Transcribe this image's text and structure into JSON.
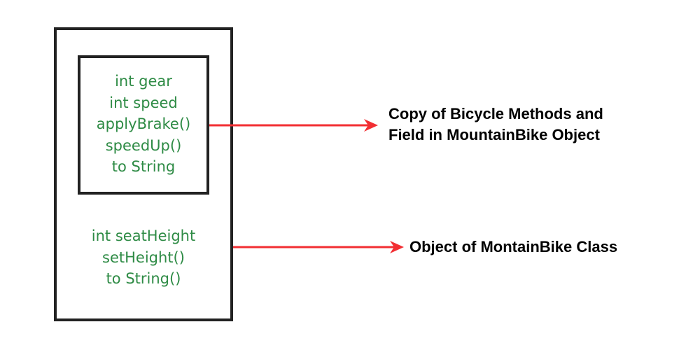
{
  "inner_box": {
    "lines": [
      "int gear",
      "int speed",
      "applyBrake()",
      "speedUp()",
      "to String"
    ]
  },
  "outer_box": {
    "lines": [
      "int seatHeight",
      "setHeight()",
      "to String()"
    ]
  },
  "labels": {
    "copy": [
      "Copy of Bicycle Methods and",
      "Field in MountainBike Object"
    ],
    "object": "Object of MontainBike Class"
  },
  "colors": {
    "text": "#2e8b45",
    "arrow": "#f22f33",
    "border": "#222222"
  }
}
